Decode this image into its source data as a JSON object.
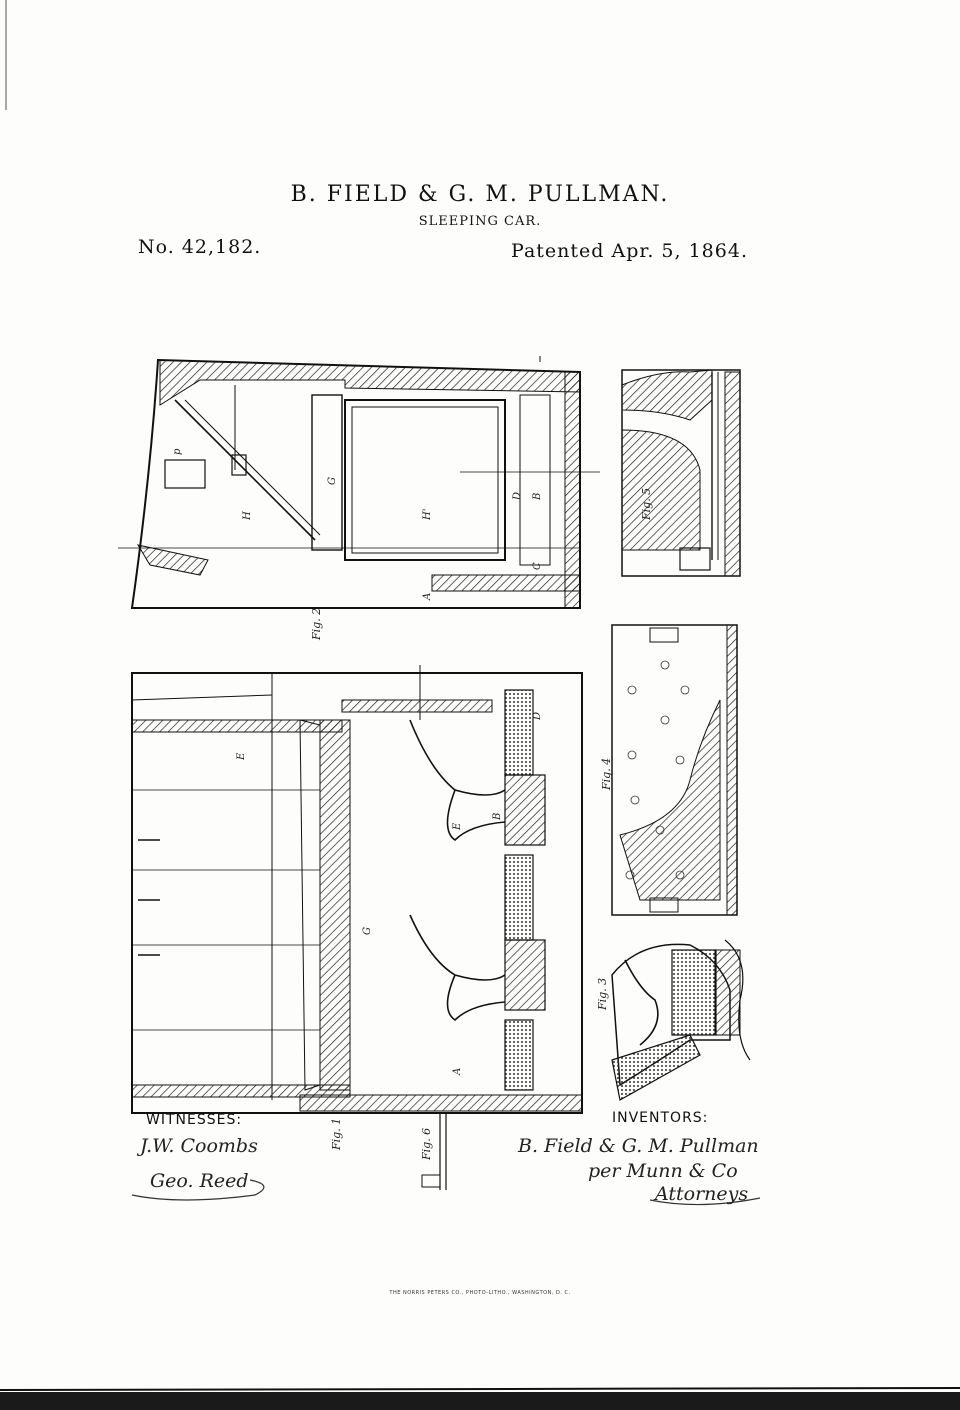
{
  "header": {
    "inventors_line": "B. FIELD & G. M. PULLMAN.",
    "title": "SLEEPING CAR.",
    "patent_number": "No. 42,182.",
    "patent_date": "Patented Apr. 5, 1864."
  },
  "labels": {
    "witnesses": "WITNESSES:",
    "inventors": "INVENTORS:"
  },
  "signatures": {
    "witness_1": "J.W. Coombs",
    "witness_2": "Geo. Reed",
    "inventors": "B. Field & G. M. Pullman",
    "per": "per Munn & Co",
    "attorneys": "Attorneys"
  },
  "figures": {
    "fig1": "Fig. 1",
    "fig2": "Fig. 2",
    "fig3": "Fig. 3",
    "fig4": "Fig. 4",
    "fig5": "Fig. 5",
    "fig6": "Fig. 6"
  },
  "footer": {
    "imprint": "THE NORRIS PETERS CO., PHOTO-LITHO., WASHINGTON, D. C."
  },
  "colors": {
    "paper": "#fdfdfb",
    "ink": "#111111"
  }
}
